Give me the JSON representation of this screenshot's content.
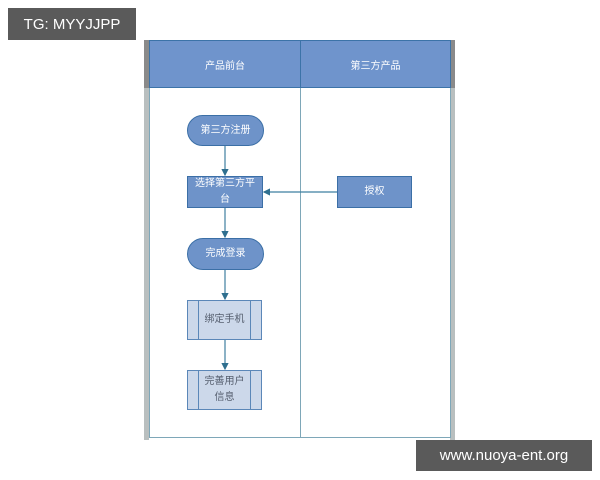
{
  "watermarks": {
    "top_left": "TG: MYYJJPP",
    "bottom_right": "www.nuoya-ent.org"
  },
  "diagram": {
    "type": "swimlane-flowchart",
    "lanes": [
      {
        "id": "front",
        "title": "产品前台"
      },
      {
        "id": "third",
        "title": "第三方产品"
      }
    ],
    "nodes": [
      {
        "id": "n1",
        "lane": "front",
        "shape": "terminator",
        "label": "第三方注册"
      },
      {
        "id": "n2",
        "lane": "front",
        "shape": "process",
        "label": "选择第三方平台"
      },
      {
        "id": "n3",
        "lane": "third",
        "shape": "process",
        "label": "授权"
      },
      {
        "id": "n4",
        "lane": "front",
        "shape": "terminator",
        "label": "完成登录"
      },
      {
        "id": "n5",
        "lane": "front",
        "shape": "predefined-process",
        "label": "绑定手机"
      },
      {
        "id": "n6",
        "lane": "front",
        "shape": "predefined-process",
        "label": "完善用户信息"
      }
    ],
    "edges": [
      {
        "from": "n1",
        "to": "n2"
      },
      {
        "from": "n3",
        "to": "n2"
      },
      {
        "from": "n2",
        "to": "n4"
      },
      {
        "from": "n4",
        "to": "n5"
      },
      {
        "from": "n5",
        "to": "n6"
      }
    ],
    "colors": {
      "header_fill": "#6f94cc",
      "node_fill": "#6e93c9",
      "node_border": "#3b6fa6",
      "subprocess_fill": "#ccd8ea",
      "connector": "#3f7fa0"
    }
  },
  "display": {
    "n2_line1": "选择第三方平",
    "n2_line2": "台",
    "n6_line1": "完善用户",
    "n6_line2": "信息"
  }
}
